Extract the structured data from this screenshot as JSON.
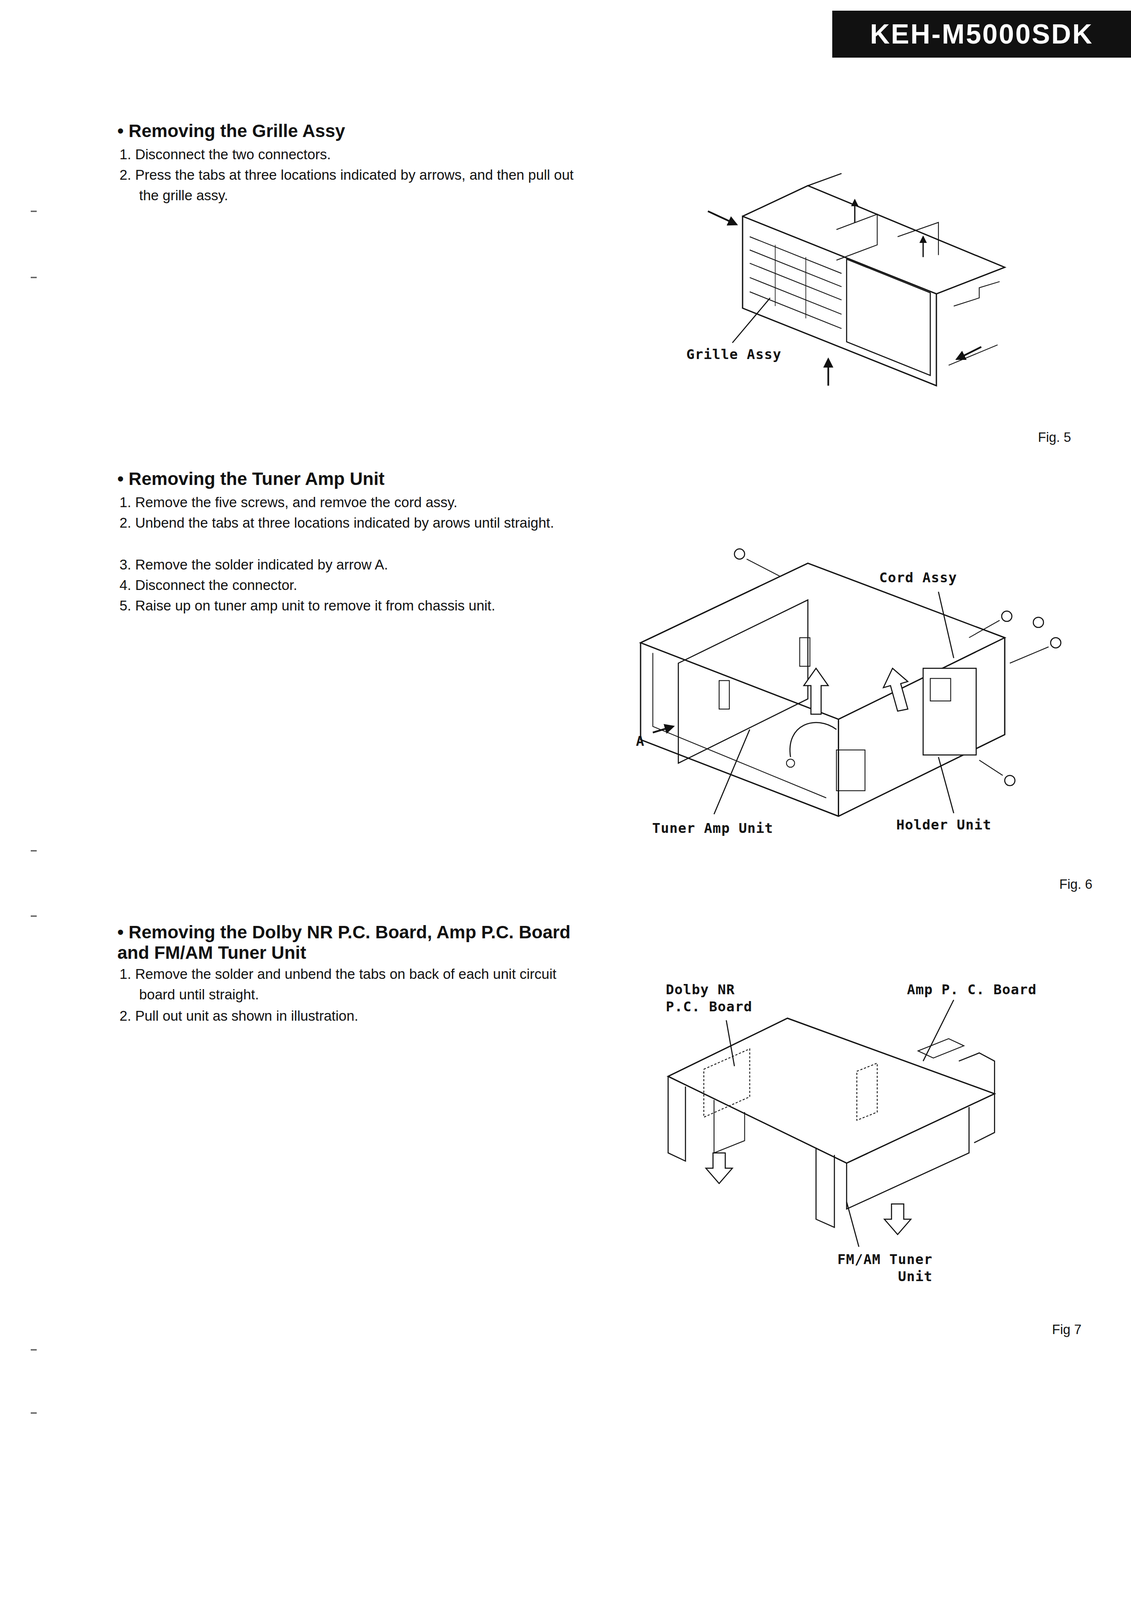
{
  "diagram": {
    "nodes": [
      {
        "text": [
          "KEH-M5000SDK"
        ]
      }
    ],
    "labels": [
      "• Removing the Grille Assy",
      "1. Disconnect the two connectors.",
      "2. Press the tabs at three locations indicated by arrows, and then pull out the grille assy.",
      "Grille Assy",
      "Fig. 5",
      "• Removing the Tuner Amp Unit",
      "1. Remove the five screws, and remvoe the cord assy.",
      "2. Unbend the tabs at three locations indicated by arows until straight.",
      "3. Remove the solder indicated by arrow A.",
      "4. Disconnect the connector.",
      "5. Raise up on tuner amp unit to remove it from chassis unit.",
      "Cord Assy",
      "A",
      "Tuner Amp Unit",
      "Holder Unit",
      "Fig. 6",
      "• Removing the Dolby NR P.C. Board, Amp P.C. Board and FM/AM Tuner Unit",
      "1. Remove the solder and unbend the tabs on back of each unit circuit board until straight.",
      "2. Pull out unit as shown in illustration.",
      "Dolby NR P.C. Board",
      "Amp P. C. Board",
      "FM/AM Tuner Unit",
      "Fig 7"
    ]
  }
}
